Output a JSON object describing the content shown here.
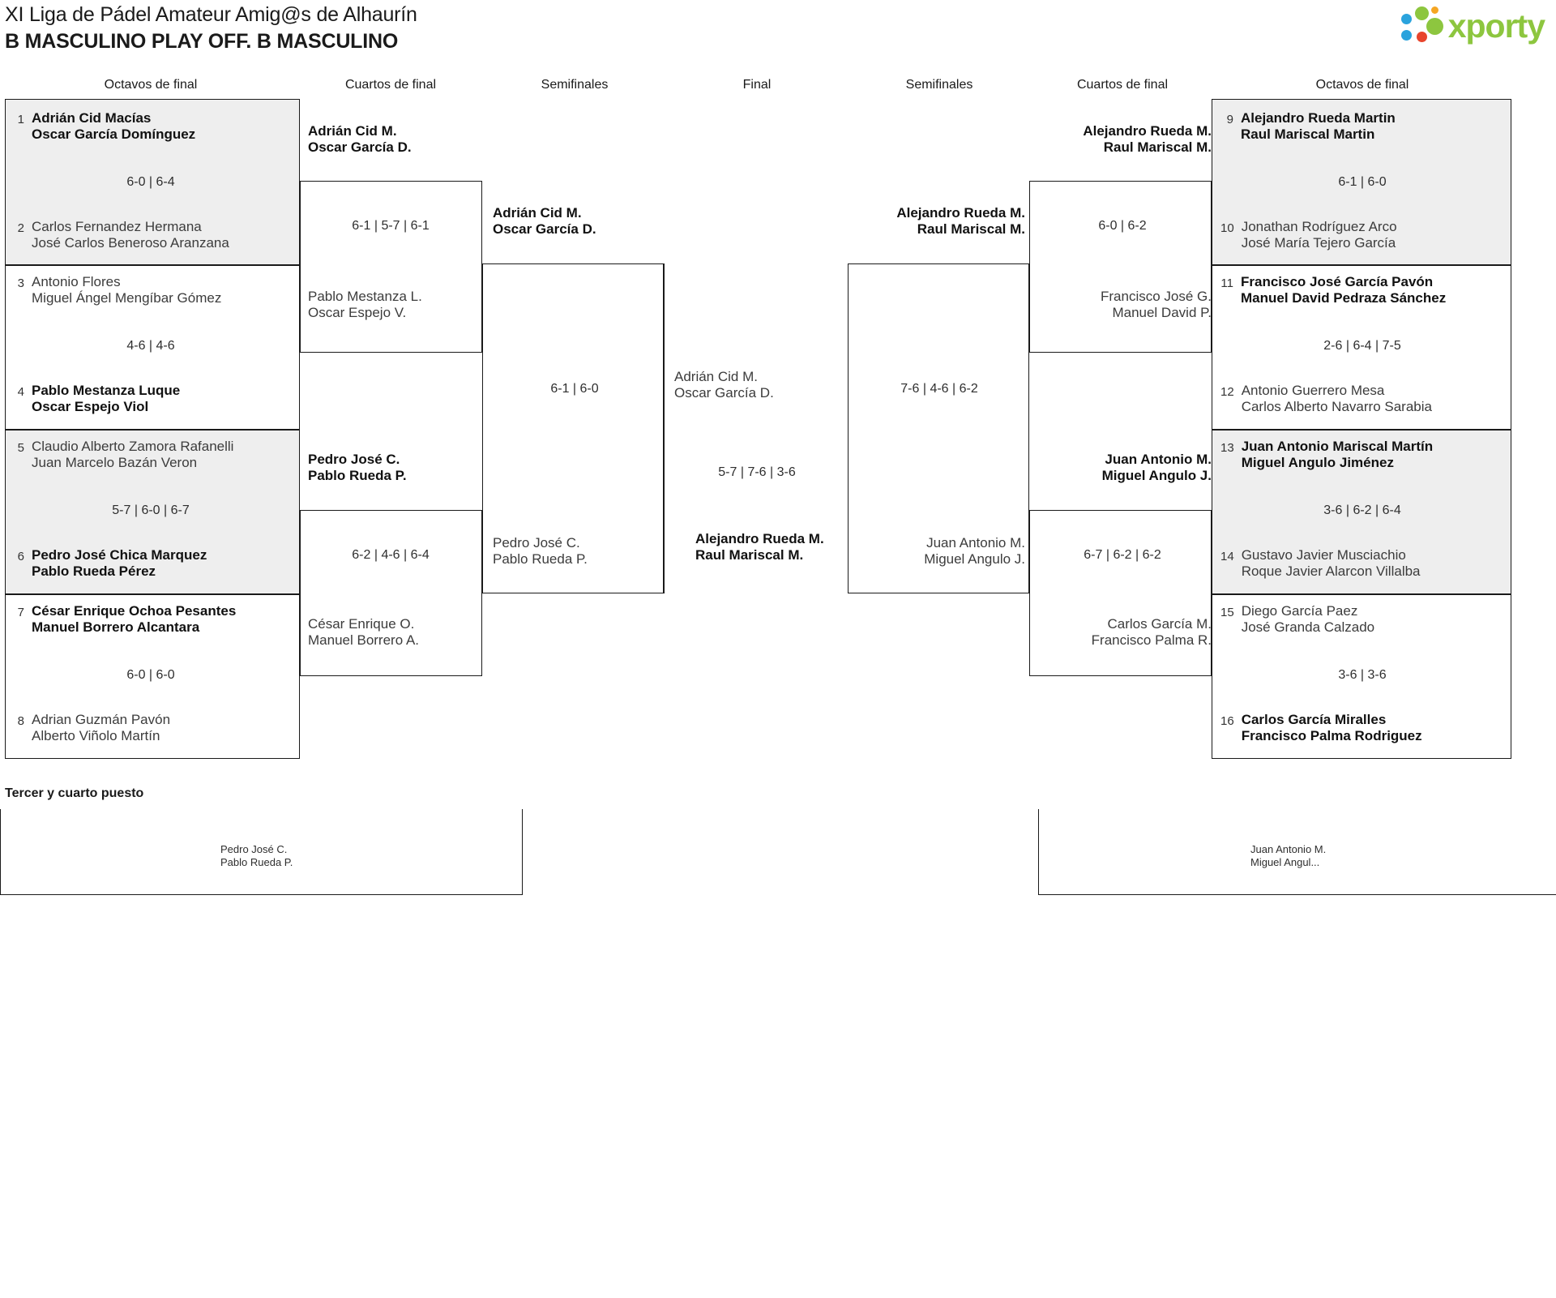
{
  "header": {
    "title_line1": "XI Liga de Pádel Amateur Amig@s de Alhaurín",
    "title_line2": "B MASCULINO PLAY OFF. B MASCULINO",
    "brand_word": "xporty"
  },
  "round_labels": {
    "left_r16": "Octavos de final",
    "left_qf": "Cuartos de final",
    "left_sf": "Semifinales",
    "final": "Final",
    "right_sf": "Semifinales",
    "right_qf": "Cuartos de final",
    "right_r16": "Octavos de final"
  },
  "left_r16": [
    {
      "seed_top": "1",
      "top_p1": "Adrián Cid Macías",
      "top_p2": "Oscar García Domínguez",
      "score": "6-0 | 6-4",
      "seed_bottom": "2",
      "bottom_p1": "Carlos Fernandez Hermana",
      "bottom_p2": "José Carlos Beneroso Aranzana",
      "winner": "top"
    },
    {
      "seed_top": "3",
      "top_p1": "Antonio Flores",
      "top_p2": "Miguel Ángel Mengíbar Gómez",
      "score": "4-6 | 4-6",
      "seed_bottom": "4",
      "bottom_p1": "Pablo Mestanza Luque",
      "bottom_p2": "Oscar Espejo Viol",
      "winner": "bottom"
    },
    {
      "seed_top": "5",
      "top_p1": "Claudio Alberto Zamora Rafanelli",
      "top_p2": "Juan Marcelo Bazán Veron",
      "score": "5-7 | 6-0 | 6-7",
      "seed_bottom": "6",
      "bottom_p1": "Pedro José Chica Marquez",
      "bottom_p2": "Pablo Rueda Pérez",
      "winner": "bottom"
    },
    {
      "seed_top": "7",
      "top_p1": "César Enrique Ochoa Pesantes",
      "top_p2": "Manuel Borrero Alcantara",
      "score": "6-0 | 6-0",
      "seed_bottom": "8",
      "bottom_p1": "Adrian Guzmán Pavón",
      "bottom_p2": "Alberto Viñolo Martín",
      "winner": "top"
    }
  ],
  "left_qf": [
    {
      "top_p1": "Adrián Cid M.",
      "top_p2": "Oscar García D.",
      "score": "6-1 | 5-7 | 6-1",
      "bottom_p1": "Pablo Mestanza L.",
      "bottom_p2": "Oscar Espejo V.",
      "winner": "top"
    },
    {
      "top_p1": "Pedro José C.",
      "top_p2": "Pablo Rueda P.",
      "score": "6-2 | 4-6 | 6-4",
      "bottom_p1": "César Enrique O.",
      "bottom_p2": "Manuel Borrero A.",
      "winner": "top"
    }
  ],
  "left_sf": [
    {
      "top_p1": "Adrián Cid M.",
      "top_p2": "Oscar García D.",
      "score": "6-1 | 6-0",
      "bottom_p1": "Pedro José C.",
      "bottom_p2": "Pablo Rueda P.",
      "winner": "top"
    }
  ],
  "final": {
    "top_p1": "Adrián Cid M.",
    "top_p2": "Oscar García D.",
    "score": "5-7 | 7-6 | 3-6",
    "bottom_p1": "Alejandro Rueda M.",
    "bottom_p2": "Raul Mariscal M.",
    "winner": "bottom"
  },
  "right_sf": [
    {
      "top_p1": "Alejandro Rueda M.",
      "top_p2": "Raul Mariscal M.",
      "score": "7-6 | 4-6 | 6-2",
      "bottom_p1": "Juan Antonio M.",
      "bottom_p2": "Miguel Angulo J.",
      "winner": "top"
    }
  ],
  "right_qf": [
    {
      "top_p1": "Alejandro Rueda M.",
      "top_p2": "Raul Mariscal M.",
      "score": "6-0 | 6-2",
      "bottom_p1": "Francisco José G.",
      "bottom_p2": "Manuel David P.",
      "winner": "top"
    },
    {
      "top_p1": "Juan Antonio M.",
      "top_p2": "Miguel Angulo J.",
      "score": "6-7 | 6-2 | 6-2",
      "bottom_p1": "Carlos García M.",
      "bottom_p2": "Francisco Palma R.",
      "winner": "top"
    }
  ],
  "right_r16": [
    {
      "seed_top": "9",
      "top_p1": "Alejandro Rueda Martin",
      "top_p2": "Raul Mariscal Martin",
      "score": "6-1 | 6-0",
      "seed_bottom": "10",
      "bottom_p1": "Jonathan Rodríguez Arco",
      "bottom_p2": "José María Tejero García",
      "winner": "top"
    },
    {
      "seed_top": "11",
      "top_p1": "Francisco José García Pavón",
      "top_p2": "Manuel David Pedraza Sánchez",
      "score": "2-6 | 6-4 | 7-5",
      "seed_bottom": "12",
      "bottom_p1": "Antonio Guerrero Mesa",
      "bottom_p2": "Carlos Alberto Navarro Sarabia",
      "winner": "top"
    },
    {
      "seed_top": "13",
      "top_p1": "Juan Antonio Mariscal Martín",
      "top_p2": "Miguel Angulo Jiménez",
      "score": "3-6 | 6-2 | 6-4",
      "seed_bottom": "14",
      "bottom_p1": "Gustavo Javier Musciachio",
      "bottom_p2": "Roque Javier Alarcon Villalba",
      "winner": "top"
    },
    {
      "seed_top": "15",
      "top_p1": "Diego García Paez",
      "top_p2": "José Granda Calzado",
      "score": "3-6 | 3-6",
      "seed_bottom": "16",
      "bottom_p1": "Carlos García Miralles",
      "bottom_p2": "Francisco Palma Rodriguez",
      "winner": "bottom"
    }
  ],
  "third_place": {
    "title": "Tercer y cuarto puesto",
    "left_p1": "Pedro José C.",
    "left_p2": "Pablo Rueda P.",
    "right_p1": "Juan Antonio M.",
    "right_p2": "Miguel Angul..."
  }
}
